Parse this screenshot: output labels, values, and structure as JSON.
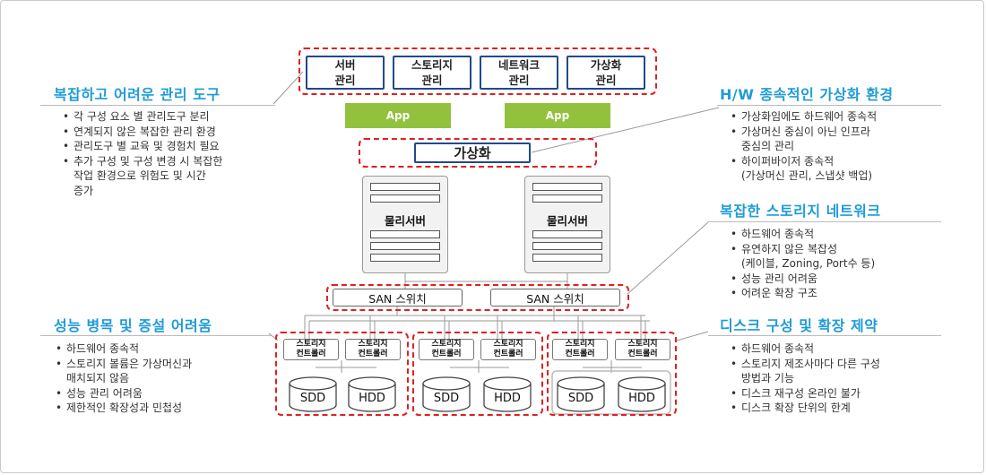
{
  "panels": {
    "mgmt_tools": {
      "title": "복잡하고 어려운 관리 도구",
      "items": [
        "각 구성 요소 별 관리도구 분리",
        "연계되지 않은 복잡한 관리 환경",
        "관리도구 별 교육 및 경험치 필요",
        "추가 구성 및 구성 변경 시 복잡한\n작업 환경으로 위험도 및 시간\n증가"
      ]
    },
    "perf": {
      "title": "성능 병목 및 증설 어려움",
      "items": [
        "하드웨어 종속적",
        "스토리지 볼륨은 가상머신과\n매치되지 않음",
        "성능 관리 어려움",
        "제한적인 확장성과 민첩성"
      ]
    },
    "hw_virt": {
      "title": "H/W 종속적인 가상화 환경",
      "items": [
        "가상화임에도 하드웨어 종속적",
        "가상머신 중심이 아닌 인프라\n중심의 관리",
        "하이퍼바이저 종속적\n(가상머신 관리, 스냅샷 백업)"
      ]
    },
    "storage_net": {
      "title": "복잡한 스토리지 네트워크",
      "items": [
        "하드웨어 종속적",
        "유연하지 않은 복잡성\n(케이블, Zoning, Port수 등)",
        "성능 관리 어려움",
        "어려운 확장 구조"
      ]
    },
    "disk": {
      "title": "디스크 구성 및 확장 제약",
      "items": [
        "하드웨어 종속적",
        "스토리지 제조사마다 다른 구성\n방법과 기능",
        "디스크 재구성 온라인 불가",
        "디스크 확장 단위의 한계"
      ]
    }
  },
  "diagram": {
    "mgmt_boxes": [
      "서버\n관리",
      "스토리지\n관리",
      "네트워크\n관리",
      "가상화\n관리"
    ],
    "apps": [
      "App",
      "App"
    ],
    "virtualization": "가상화",
    "servers": [
      "물리서버",
      "물리서버"
    ],
    "san_switches": [
      "SAN 스위치",
      "SAN 스위치"
    ],
    "controller_label": "스토리지\n컨트롤러",
    "disks": [
      "SDD",
      "HDD"
    ]
  },
  "colors": {
    "title": "#1f9bd7",
    "red_dashed": "#e02020",
    "box_border": "#1f4a8c",
    "app_green": "#92c13d"
  }
}
